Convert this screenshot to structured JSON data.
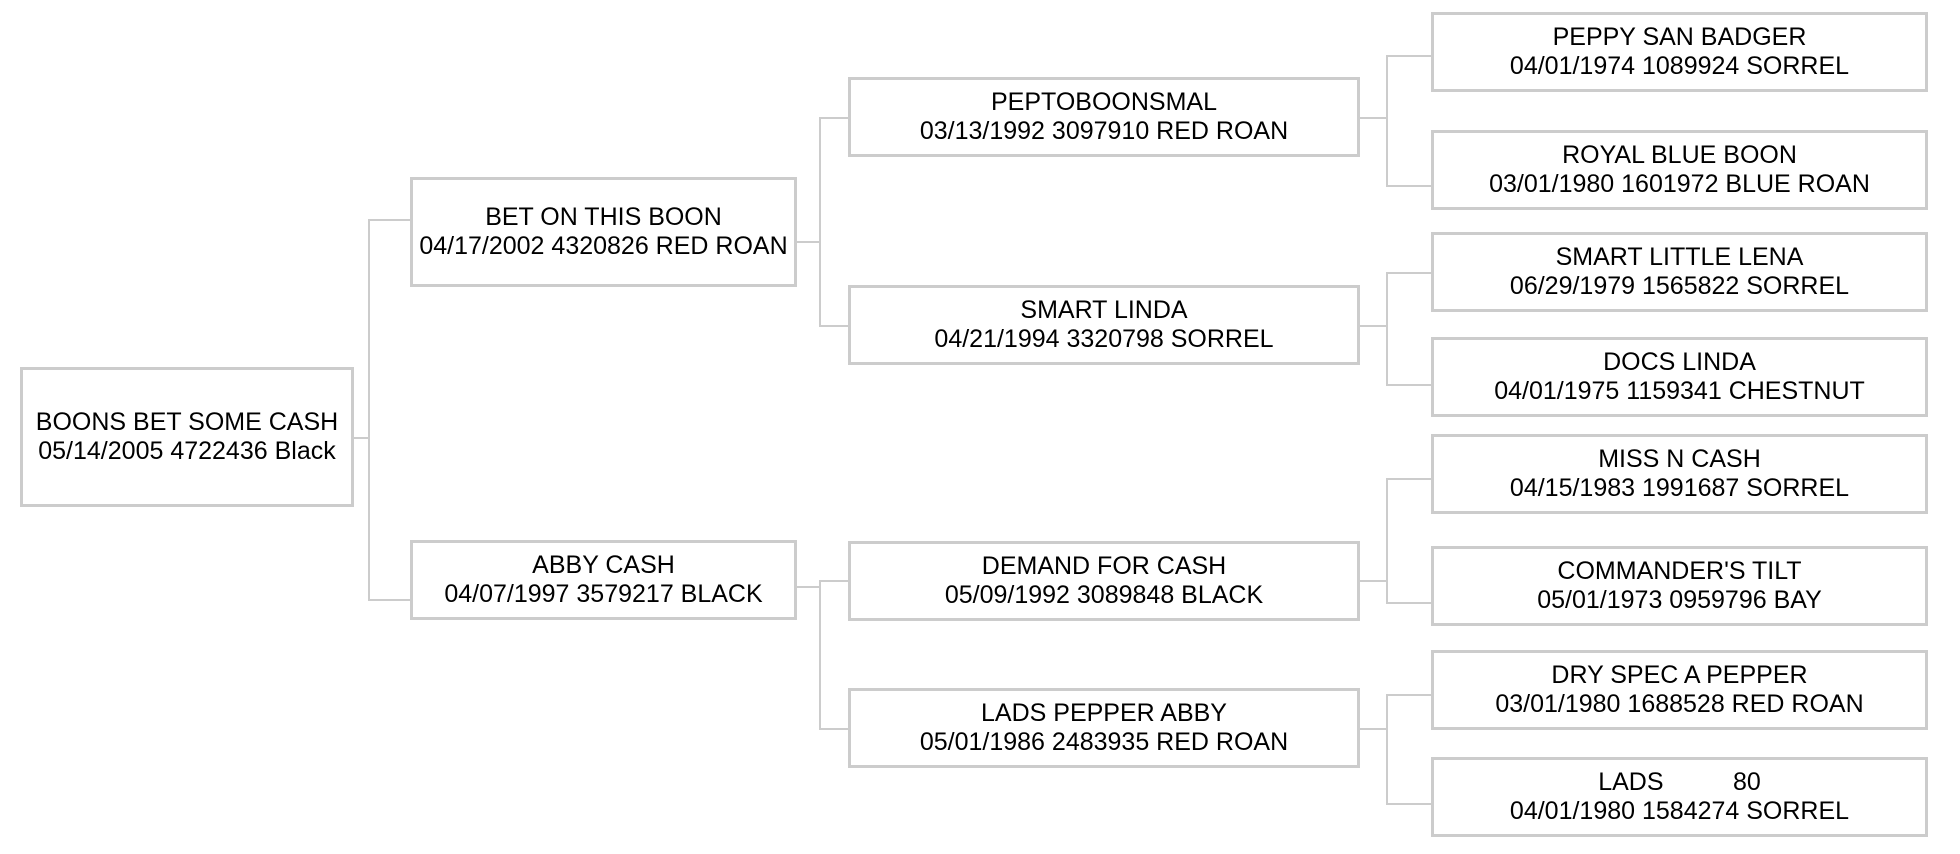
{
  "chart": {
    "type": "pedigree-tree",
    "title": "",
    "generations": 4,
    "box_border_color": "#cccccc",
    "text_color": "#000000",
    "background_color": "#ffffff"
  },
  "nodes": {
    "root": {
      "name": "BOONS BET SOME CASH",
      "details": "05/14/2005 4722436 Black",
      "date": "05/14/2005",
      "registration": "4722436",
      "color": "Black"
    },
    "sire": {
      "name": "BET ON THIS BOON",
      "details": "04/17/2002 4320826 RED ROAN",
      "date": "04/17/2002",
      "registration": "4320826",
      "color": "RED ROAN"
    },
    "dam": {
      "name": "ABBY CASH",
      "details": "04/07/1997 3579217 BLACK",
      "date": "04/07/1997",
      "registration": "3579217",
      "color": "BLACK"
    },
    "sire_sire": {
      "name": "PEPTOBOONSMAL",
      "details": "03/13/1992 3097910 RED ROAN",
      "date": "03/13/1992",
      "registration": "3097910",
      "color": "RED ROAN"
    },
    "sire_dam": {
      "name": "SMART LINDA",
      "details": "04/21/1994 3320798 SORREL",
      "date": "04/21/1994",
      "registration": "3320798",
      "color": "SORREL"
    },
    "dam_sire": {
      "name": "DEMAND FOR CASH",
      "details": "05/09/1992 3089848 BLACK",
      "date": "05/09/1992",
      "registration": "3089848",
      "color": "BLACK"
    },
    "dam_dam": {
      "name": "LADS PEPPER ABBY",
      "details": "05/01/1986 2483935 RED ROAN",
      "date": "05/01/1986",
      "registration": "2483935",
      "color": "RED ROAN"
    },
    "sire_sire_sire": {
      "name": "PEPPY SAN BADGER",
      "details": "04/01/1974 1089924 SORREL",
      "date": "04/01/1974",
      "registration": "1089924",
      "color": "SORREL"
    },
    "sire_sire_dam": {
      "name": "ROYAL BLUE BOON",
      "details": "03/01/1980 1601972 BLUE ROAN",
      "date": "03/01/1980",
      "registration": "1601972",
      "color": "BLUE ROAN"
    },
    "sire_dam_sire": {
      "name": "SMART LITTLE LENA",
      "details": "06/29/1979 1565822 SORREL",
      "date": "06/29/1979",
      "registration": "1565822",
      "color": "SORREL"
    },
    "sire_dam_dam": {
      "name": "DOCS LINDA",
      "details": "04/01/1975 1159341 CHESTNUT",
      "date": "04/01/1975",
      "registration": "1159341",
      "color": "CHESTNUT"
    },
    "dam_sire_sire": {
      "name": "MISS N CASH",
      "details": "04/15/1983 1991687 SORREL",
      "date": "04/15/1983",
      "registration": "1991687",
      "color": "SORREL"
    },
    "dam_sire_dam": {
      "name": "COMMANDER'S TILT",
      "details": "05/01/1973 0959796 BAY",
      "date": "05/01/1973",
      "registration": "0959796",
      "color": "BAY"
    },
    "dam_dam_sire": {
      "name": "DRY SPEC A PEPPER",
      "details": "03/01/1980 1688528 RED ROAN",
      "date": "03/01/1980",
      "registration": "1688528",
      "color": "RED ROAN"
    },
    "dam_dam_dam": {
      "name": "LADS          80",
      "details": "04/01/1980 1584274 SORREL",
      "date": "04/01/1980",
      "registration": "1584274",
      "color": "SORREL"
    }
  }
}
